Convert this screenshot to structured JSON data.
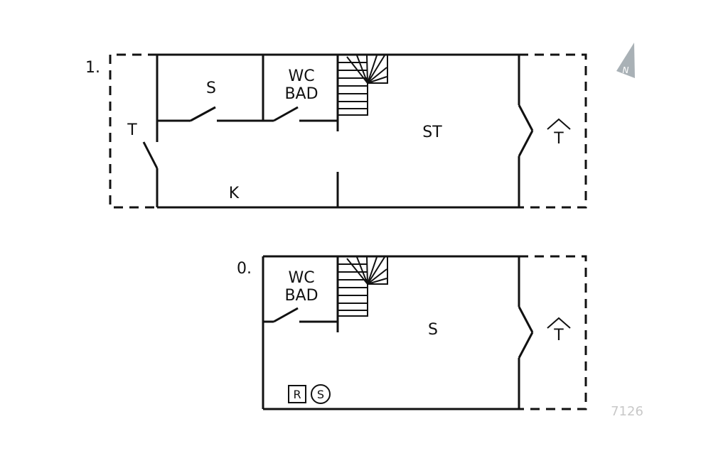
{
  "upper_floor": {
    "level_label": "1.",
    "rooms": {
      "bedroom": "S",
      "bath_line1": "WC",
      "bath_line2": "BAD",
      "living": "ST",
      "kitchen": "K",
      "terrace_left": "T",
      "terrace_right": "T"
    }
  },
  "ground_floor": {
    "level_label": "0.",
    "rooms": {
      "bath_line1": "WC",
      "bath_line2": "BAD",
      "bedroom": "S",
      "terrace": "T"
    },
    "symbols": {
      "square_symbol": "R",
      "circle_symbol": "S"
    }
  },
  "compass": {
    "letter": "N"
  },
  "plan_number": "7126",
  "colors": {
    "lines": "#111111",
    "compass": "#a9b1b6",
    "plan_number": "#c8c8c8"
  }
}
